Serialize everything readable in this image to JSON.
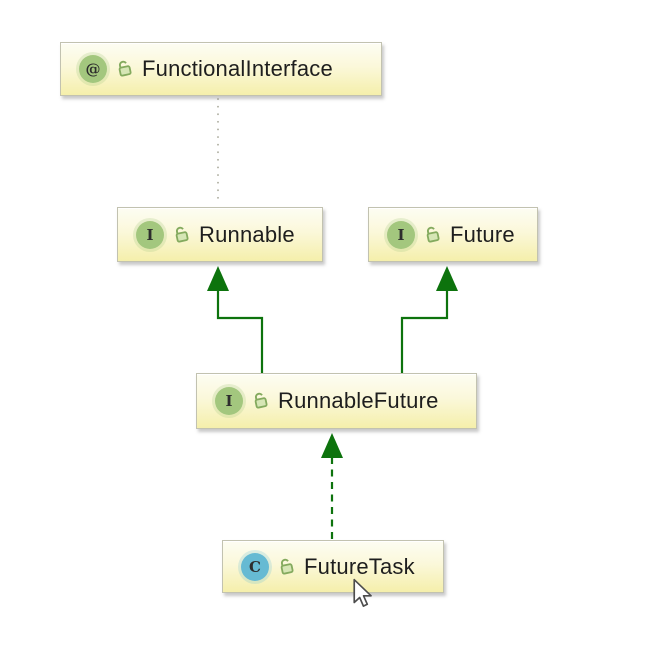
{
  "diagram": {
    "nodes": [
      {
        "label": "FunctionalInterface",
        "kind": "annotation",
        "icon": "annotation-icon",
        "icon_glyph": "@",
        "modifier_icon": "open-lock-icon"
      },
      {
        "label": "Runnable",
        "kind": "interface",
        "icon": "interface-icon",
        "icon_glyph": "I",
        "modifier_icon": "open-lock-icon"
      },
      {
        "label": "Future",
        "kind": "interface",
        "icon": "interface-icon",
        "icon_glyph": "I",
        "modifier_icon": "open-lock-icon"
      },
      {
        "label": "RunnableFuture",
        "kind": "interface",
        "icon": "interface-icon",
        "icon_glyph": "I",
        "modifier_icon": "open-lock-icon"
      },
      {
        "label": "FutureTask",
        "kind": "class",
        "icon": "class-icon",
        "icon_glyph": "C",
        "modifier_icon": "open-lock-icon"
      }
    ],
    "edges": [
      {
        "from": "FunctionalInterface",
        "to": "Runnable",
        "style": "dotted",
        "arrowhead": "none",
        "color": "#abab9d"
      },
      {
        "from": "RunnableFuture",
        "to": "Runnable",
        "style": "solid",
        "arrowhead": "filled-triangle",
        "color": "#0d730d"
      },
      {
        "from": "RunnableFuture",
        "to": "Future",
        "style": "solid",
        "arrowhead": "filled-triangle",
        "color": "#0d730d"
      },
      {
        "from": "FutureTask",
        "to": "RunnableFuture",
        "style": "dashed",
        "arrowhead": "filled-triangle",
        "color": "#0d730d"
      }
    ],
    "colors": {
      "canvas_bg": "#ffffff",
      "node_fill_top": "#fdfdf3",
      "node_fill_bottom": "#f5efab",
      "node_border": "#c2c2b0",
      "interface_icon_bg": "#a3c77e",
      "annotation_icon_bg": "#a3c77e",
      "class_icon_bg": "#66bad3",
      "lock_green": "#84aa5e",
      "edge_green": "#0d730d",
      "dotted_gray": "#abab9d"
    },
    "cursor": {
      "visible": true,
      "type": "arrow-cursor"
    }
  }
}
